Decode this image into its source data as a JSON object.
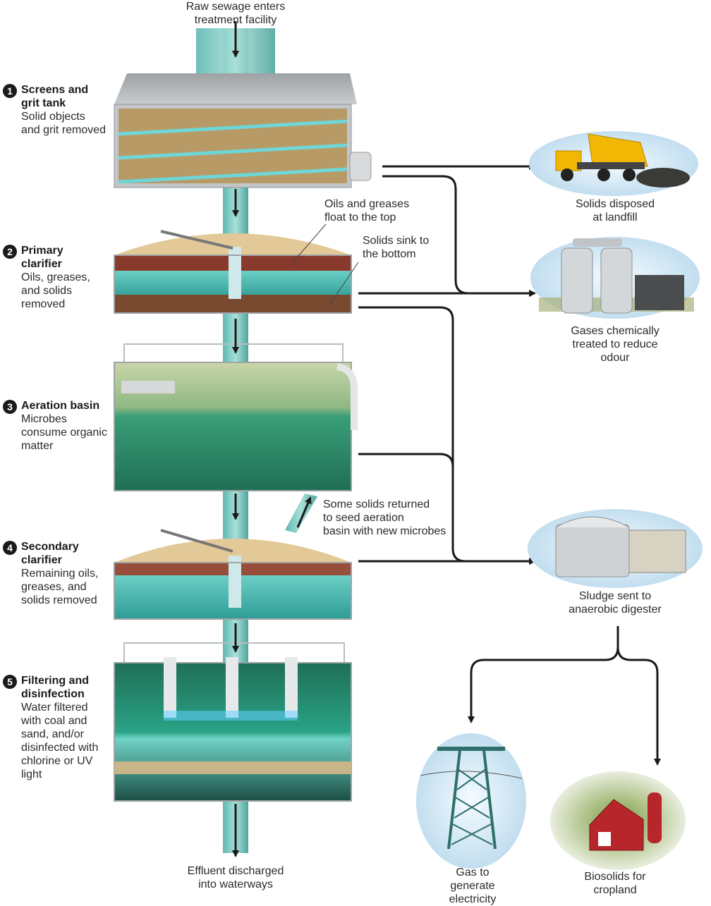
{
  "top_label": "Raw sewage enters\ntreatment facility",
  "bottom_label": "Effluent discharged\ninto waterways",
  "steps": [
    {
      "number": "1",
      "title": "Screens and\ngrit tank",
      "desc": "Solid objects\nand grit removed"
    },
    {
      "number": "2",
      "title": "Primary\nclarifier",
      "desc": "Oils, greases,\nand solids\nremoved"
    },
    {
      "number": "3",
      "title": "Aeration basin",
      "desc": "Microbes\nconsume organic\nmatter"
    },
    {
      "number": "4",
      "title": "Secondary\nclarifier",
      "desc": "Remaining oils,\ngreases, and\nsolids removed"
    },
    {
      "number": "5",
      "title": "Filtering and\ndisinfection",
      "desc": "Water filtered\nwith coal and\nsand, and/or\ndisinfected with\nchlorine or UV\nlight"
    }
  ],
  "callouts": {
    "oils": "Oils and greases\nfloat to the top",
    "solids": "Solids sink to\nthe bottom",
    "returned": "Some solids returned\nto seed aeration\nbasin with new microbes"
  },
  "outputs": {
    "landfill": "Solids disposed\nat landfill",
    "gases": "Gases chemically\ntreated to reduce\nodour",
    "digester": "Sludge sent to\nanaerobic digester",
    "electricity": "Gas to\ngenerate\nelectricity",
    "cropland": "Biosolids for\ncropland"
  },
  "colors": {
    "water": "#3fb0a8",
    "aeration": "#2e8f6a",
    "sludge": "#8a5a34",
    "steel": "#b9bcbf",
    "arrow": "#1a1a1a"
  }
}
